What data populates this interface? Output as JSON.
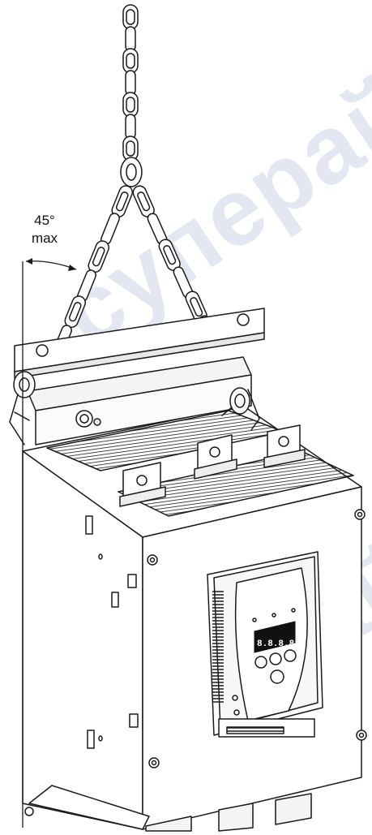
{
  "annotation": {
    "angle_value": "45°",
    "angle_suffix": "max"
  },
  "keypad": {
    "display_text": "8.8.8.8"
  },
  "watermark": {
    "text": "суперайс"
  }
}
